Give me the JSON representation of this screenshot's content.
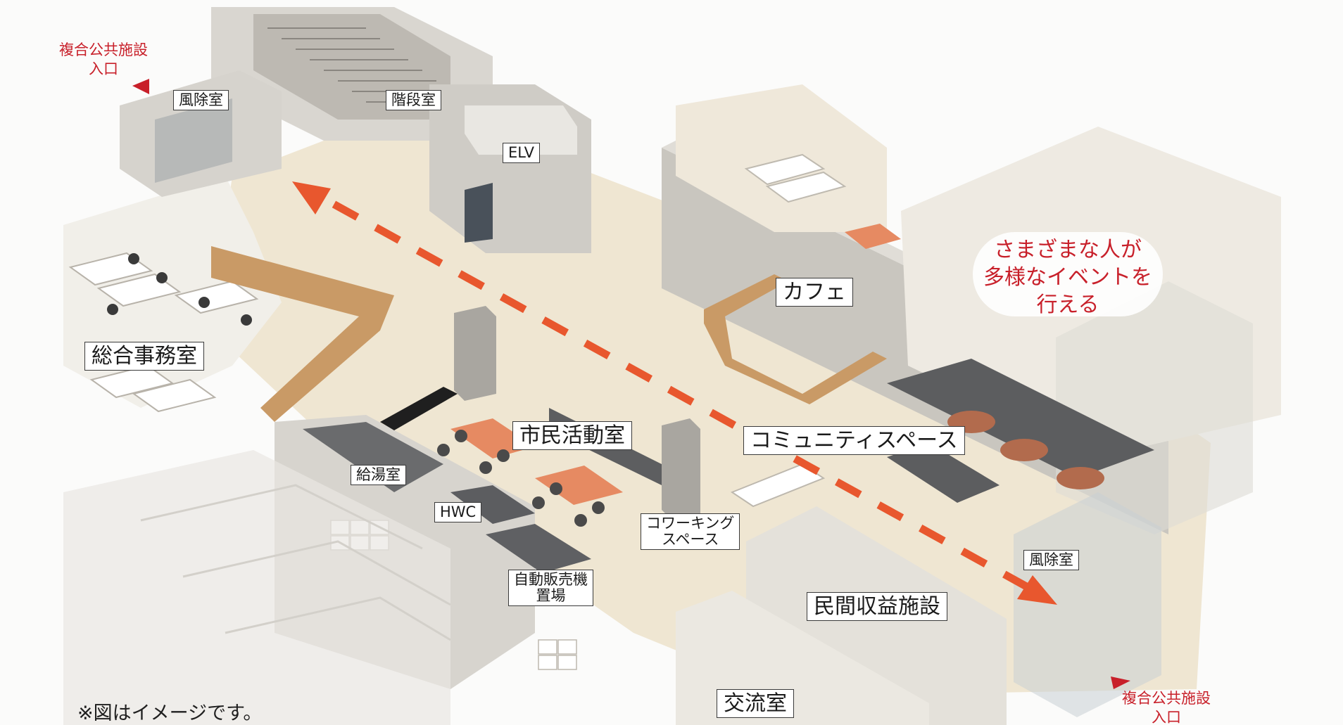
{
  "labels": {
    "fujoshitsu_top": "風除室",
    "kaidanshitsu": "階段室",
    "elv": "ELV",
    "sogo_jimushitsu": "総合事務室",
    "cafe": "カフェ",
    "shimin_katsudoshitsu": "市民活動室",
    "community_space": "コミュニティスペース",
    "kyutoshitsu": "給湯室",
    "hwc": "HWC",
    "coworking_line1": "コワーキング",
    "coworking_line2": "スペース",
    "jihanki_line1": "自動販売機",
    "jihanki_line2": "置場",
    "minkan_shueki": "民間収益施設",
    "fujoshitsu_right": "風除室",
    "koryushitsu": "交流室"
  },
  "entrances": {
    "top_left_line1": "複合公共施設",
    "top_left_line2": "入口",
    "bottom_right_line1": "複合公共施設",
    "bottom_right_line2": "入口"
  },
  "callout": {
    "line1": "さまざまな人が",
    "line2": "多様なイベントを",
    "line3": "行える"
  },
  "note": "※図はイメージです。",
  "colors": {
    "accent_red": "#c8202a",
    "flow_arrow": "#e8572e",
    "floor": "#efe6d2",
    "wall": "#cfccc6",
    "counter": "#c99a66",
    "table": "#e68a62"
  }
}
